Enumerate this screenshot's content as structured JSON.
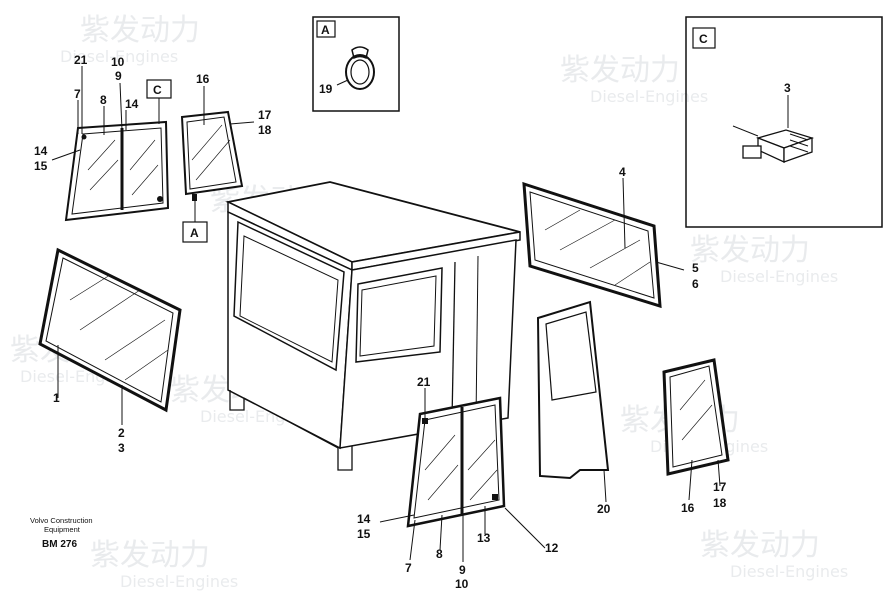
{
  "watermark": {
    "brand_cn": "紫发动力",
    "brand_en": "Diesel-Engines"
  },
  "detail_boxes": [
    {
      "id": "A",
      "label": "A"
    },
    {
      "id": "C",
      "label": "C"
    }
  ],
  "callout_boxes": [
    {
      "id": "C",
      "label": "C"
    },
    {
      "id": "A",
      "label": "A"
    }
  ],
  "part_numbers": [
    "21",
    "10",
    "9",
    "8",
    "7",
    "14",
    "14",
    "15",
    "16",
    "17",
    "18",
    "19",
    "3",
    "4",
    "5",
    "6",
    "1",
    "2",
    "3",
    "21",
    "14",
    "15",
    "7",
    "8",
    "9",
    "10",
    "13",
    "12",
    "20",
    "16",
    "17",
    "18"
  ],
  "footer": {
    "company_line1": "Volvo Construction",
    "company_line2": "Equipment",
    "drawing_ref": "BM 276"
  }
}
